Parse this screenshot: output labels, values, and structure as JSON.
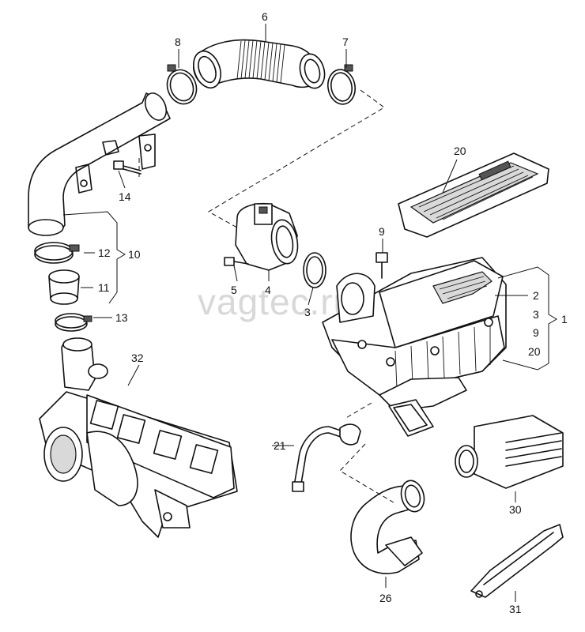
{
  "watermark": "vagteс.ru",
  "callouts": {
    "n1": "1",
    "n2": "2",
    "n3_filter": "3",
    "n9_filter": "9",
    "n20_filter": "20",
    "n3": "3",
    "n4": "4",
    "n5": "5",
    "n6": "6",
    "n7": "7",
    "n8": "8",
    "n9": "9",
    "n10": "10",
    "n11": "11",
    "n12": "12",
    "n13": "13",
    "n14": "14",
    "n20_top": "20",
    "n21": "21",
    "n26": "26",
    "n30": "30",
    "n31": "31",
    "n32": "32"
  }
}
